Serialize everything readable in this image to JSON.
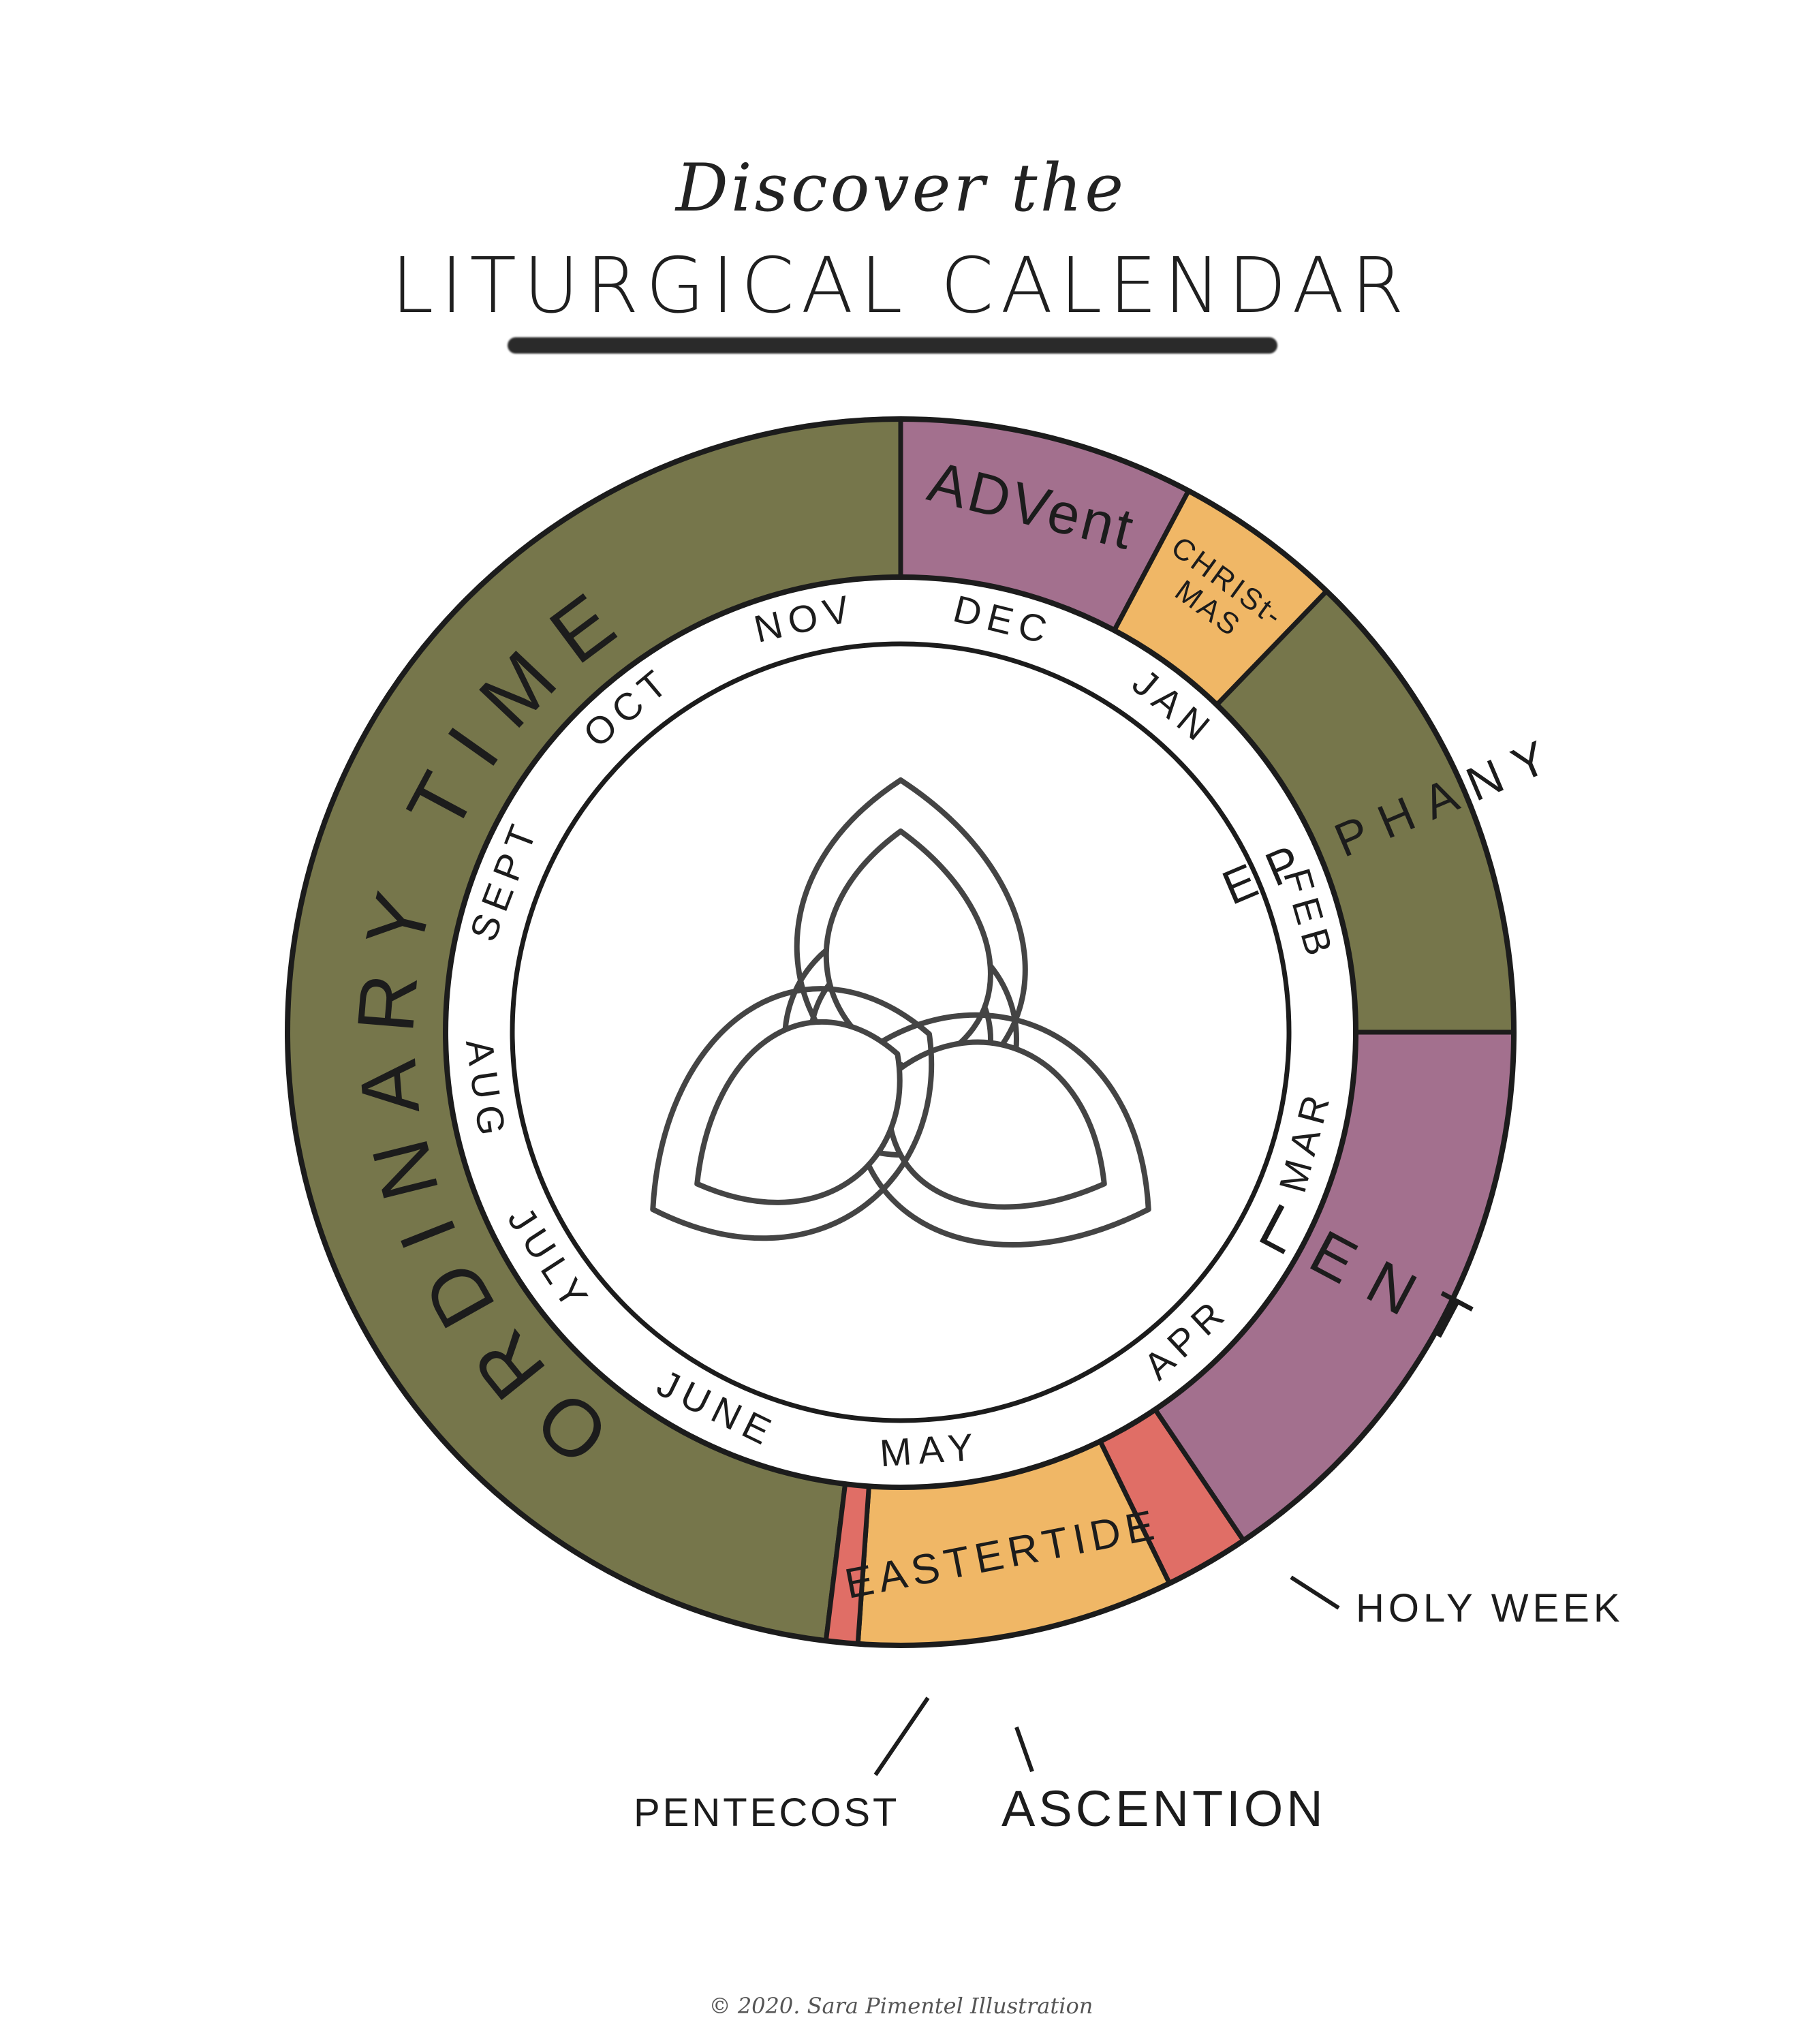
{
  "header": {
    "kicker": "Discover the",
    "title": "LITURGICAL CALENDAR"
  },
  "seasons": [
    {
      "label": "ORDINARY TIME",
      "from": 187,
      "to": 360,
      "color": "#76764b"
    },
    {
      "label": "ADVENT",
      "display": "ADVent",
      "from": 0,
      "to": 28,
      "color": "#a3708e"
    },
    {
      "label": "CHRISTMAS",
      "lines": [
        "CHRISt-",
        "MAS"
      ],
      "from": 28,
      "to": 44,
      "color": "#f0b766"
    },
    {
      "label": "EPIPHANY",
      "from": 44,
      "to": 90,
      "color": "#76764b"
    },
    {
      "label": "LENT",
      "from": 90,
      "to": 146,
      "color": "#a3708e"
    },
    {
      "label": "HOLY WEEK",
      "from": 146,
      "to": 154,
      "color": "#e06e66"
    },
    {
      "label": "EASTERTIDE",
      "from": 154,
      "to": 184,
      "color": "#f0b766"
    },
    {
      "label": "PENTECOST",
      "from": 184,
      "to": 187,
      "color": "#e06e66"
    }
  ],
  "months": [
    {
      "label": "DEC",
      "angle": 14
    },
    {
      "label": "JAN",
      "angle": 40
    },
    {
      "label": "FEB",
      "angle": 74
    },
    {
      "label": "MAR",
      "angle": 105
    },
    {
      "label": "APR",
      "angle": 137
    },
    {
      "label": "MAY",
      "angle": 176
    },
    {
      "label": "JUNE",
      "angle": 206
    },
    {
      "label": "JULY",
      "angle": 237
    },
    {
      "label": "AUG",
      "angle": 262
    },
    {
      "label": "SEPT",
      "angle": 291
    },
    {
      "label": "OCT",
      "angle": 320
    },
    {
      "label": "NOV",
      "angle": 347
    }
  ],
  "callouts": {
    "holy_week": "HOLY WEEK",
    "pentecost": "PENTECOST",
    "ascension": "ASCENTION"
  },
  "symbol": "trinity-knot",
  "credit": "© 2020. Sara Pimentel Illustration"
}
